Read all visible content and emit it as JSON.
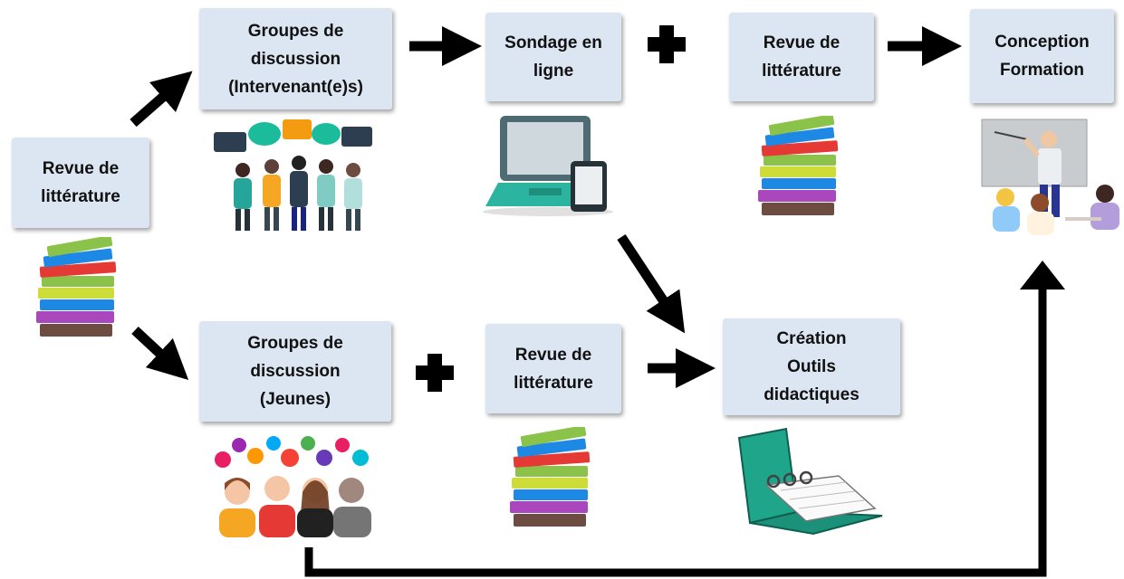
{
  "diagram": {
    "boxes": {
      "revue_left": "Revue de\nlittérature",
      "groupes_intervenants": "Groupes de\ndiscussion\n(Intervenant(e)s)",
      "sondage": "Sondage en\nligne",
      "revue_top": "Revue de\nlittérature",
      "conception": "Conception\nFormation",
      "groupes_jeunes": "Groupes de\ndiscussion\n(Jeunes)",
      "revue_bottom": "Revue de\nlittérature",
      "creation": "Création\nOutils\ndidactiques"
    },
    "operators": [
      "+",
      "+"
    ],
    "colors": {
      "box_fill": "#dce6f2",
      "arrow": "#000000",
      "books": [
        "#8bc34a",
        "#e53935",
        "#1e88e5",
        "#cddc39",
        "#ab47bc",
        "#26a69a"
      ],
      "binder": "#1fa58a"
    },
    "icons": [
      "books-icon",
      "discussion-people-icon",
      "laptop-tablet-icon",
      "teacher-classroom-icon",
      "social-media-people-icon",
      "binder-icon"
    ]
  }
}
